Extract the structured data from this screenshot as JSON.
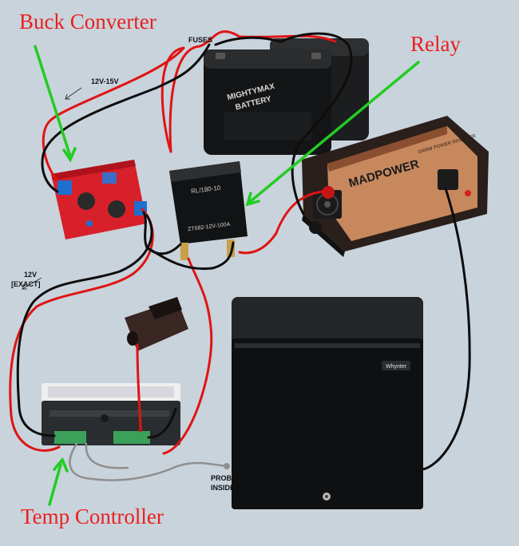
{
  "labels": {
    "buck_converter": "Buck Converter",
    "relay": "Relay",
    "temp_controller": "Temp Controller",
    "fuses": "FUSES",
    "voltage_in": "12V-15V",
    "voltage_out_line1": "12V",
    "voltage_out_line2": "[EXACT]",
    "probe_line1": "PROBE",
    "probe_line2": "INSIDE"
  },
  "device_text": {
    "battery_brand": "MIGHTYMAX",
    "battery_word": "BATTERY",
    "relay_line1": "RL/180-10",
    "relay_line2": "ZT682-12V-100A",
    "inverter_brand": "MADPOWER",
    "inverter_rating": "1000W POWER INVERTER",
    "fridge_brand": "Whynter"
  },
  "colors": {
    "callout_text": "#e8211f",
    "arrow_green": "#22cc22",
    "wire_red": "#e01414",
    "wire_black": "#0d0d0d",
    "probe_gray": "#8f8f8f",
    "background": "#c9d3dc"
  }
}
